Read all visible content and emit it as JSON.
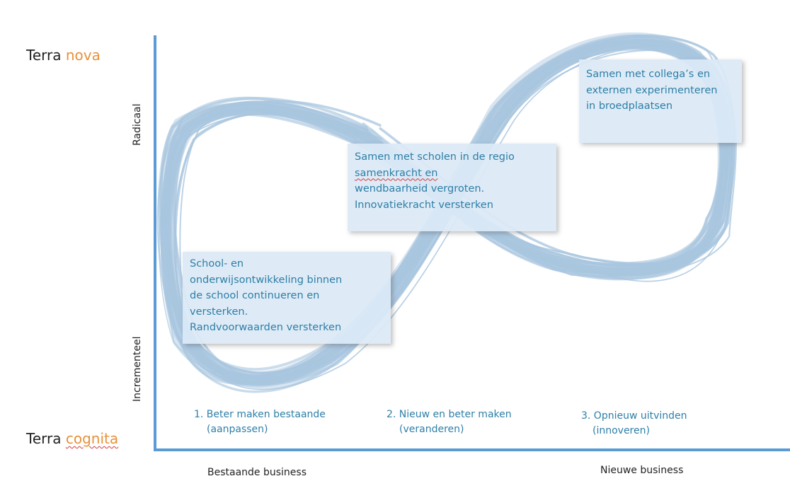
{
  "left_labels": {
    "top": {
      "word": "Terra",
      "accent": "nova"
    },
    "bottom": {
      "word": "Terra",
      "accent": "cognita"
    }
  },
  "y_axis_labels": [
    "Radicaal",
    "Incrementeel"
  ],
  "x_axis_labels": [
    "Bestaande business",
    "Nieuwe business"
  ],
  "phases": [
    {
      "line1": "1. Beter maken bestaande",
      "line2": "(aanpassen)"
    },
    {
      "line1": "2. Nieuw en beter maken",
      "line2": "(veranderen)"
    },
    {
      "line1": "3. Opnieuw uitvinden",
      "line2": "(innoveren)"
    }
  ],
  "boxes": {
    "school": [
      "School- en",
      "onderwijsontwikkeling binnen",
      "de school continueren en",
      "versterken.",
      "Randvoorwaarden versterken"
    ],
    "region": [
      "Samen met scholen in de regio",
      "samenkracht en",
      "wendbaarheid vergroten.",
      "Innovatiekracht versterken"
    ],
    "colleagues": [
      "Samen met collega’s en",
      "externen experimenteren",
      "in broedplaatsen"
    ]
  },
  "colors": {
    "axis": "#5b9bd5",
    "loop": "#a9c6df",
    "accent": "#e8913a",
    "box_text": "#2d7ea6",
    "box_fill": "#dceaf6"
  }
}
